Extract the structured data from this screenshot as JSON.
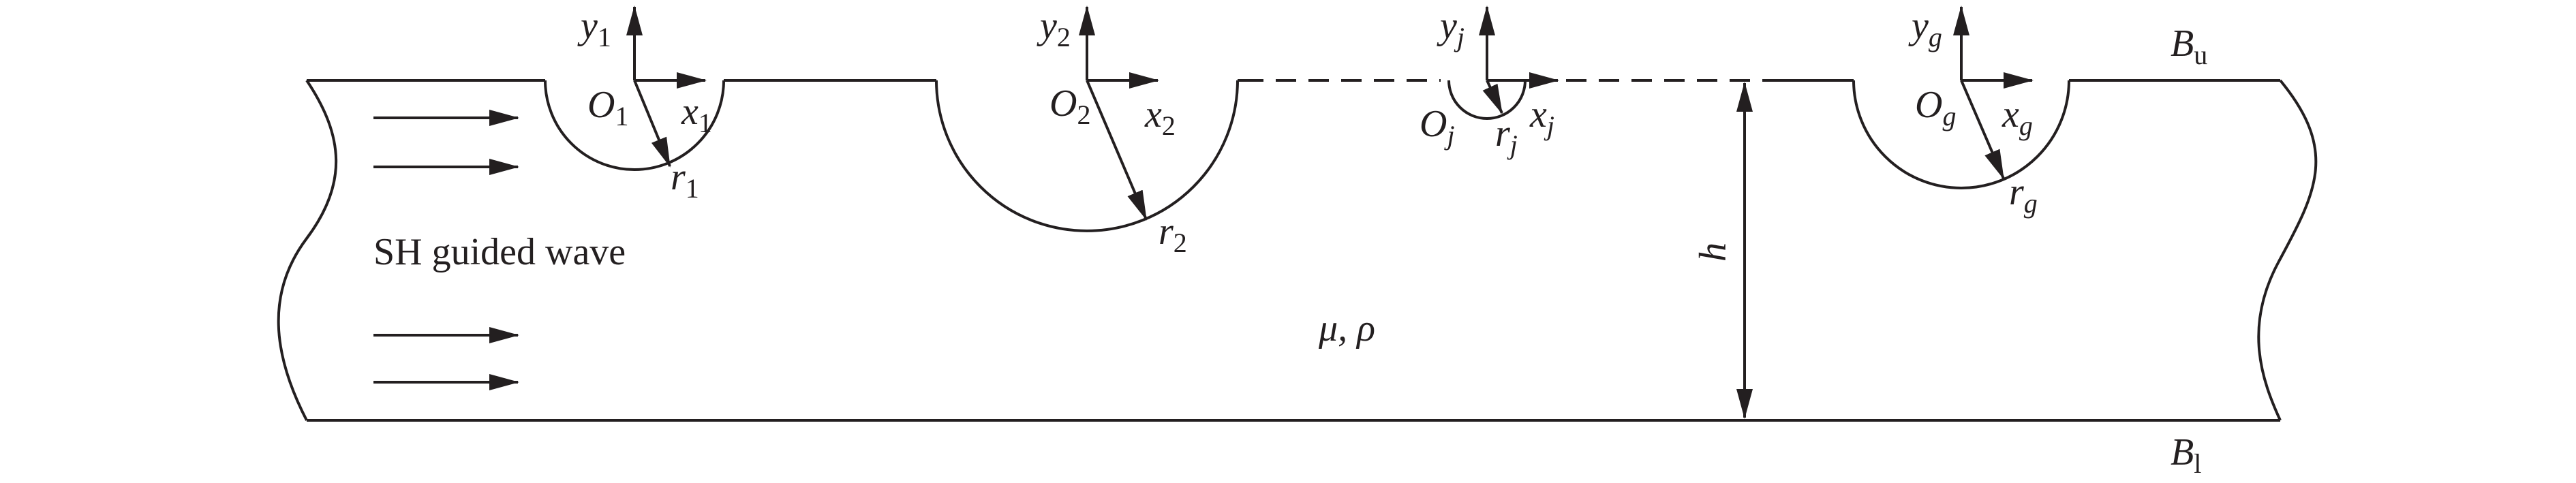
{
  "diagram": {
    "wave_label": "SH guided wave",
    "material_label": "μ, ρ",
    "thickness_label": "h",
    "upper_boundary": {
      "base": "B",
      "sub": "u"
    },
    "lower_boundary": {
      "base": "B",
      "sub": "l"
    },
    "cavities": [
      {
        "origin": "O",
        "x": "x",
        "y": "y",
        "r": "r",
        "sub": "1"
      },
      {
        "origin": "O",
        "x": "x",
        "y": "y",
        "r": "r",
        "sub": "2"
      },
      {
        "origin": "O",
        "x": "x",
        "y": "y",
        "r": "r",
        "sub": "j"
      },
      {
        "origin": "O",
        "x": "x",
        "y": "y",
        "r": "r",
        "sub": "g"
      }
    ],
    "colors": {
      "stroke": "#231f20",
      "background": "#ffffff"
    }
  }
}
